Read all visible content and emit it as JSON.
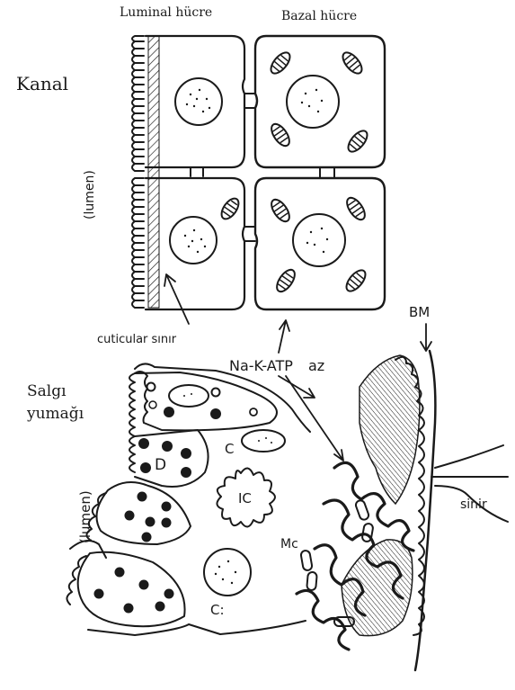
{
  "labels": {
    "luminal_cell": "Luminal hücre",
    "basal_cell": "Bazal hücre",
    "canal": "Kanal",
    "lumen_top": "(lumen)",
    "cuticular_border": "cuticular sınır",
    "na_k_atp": "Na-K-ATP",
    "az": "az",
    "bm": "BM",
    "secretory_coil_line1": "Salgı",
    "secretory_coil_line2": "yumağı",
    "lumen_bottom": "(lumen)",
    "c_upper": "C",
    "d": "D",
    "ic": "IC",
    "mc": "Mc",
    "c_lower": "C:",
    "nerve": "sinir"
  },
  "colors": {
    "ink": "#1a1a1a",
    "paper": "#ffffff"
  }
}
